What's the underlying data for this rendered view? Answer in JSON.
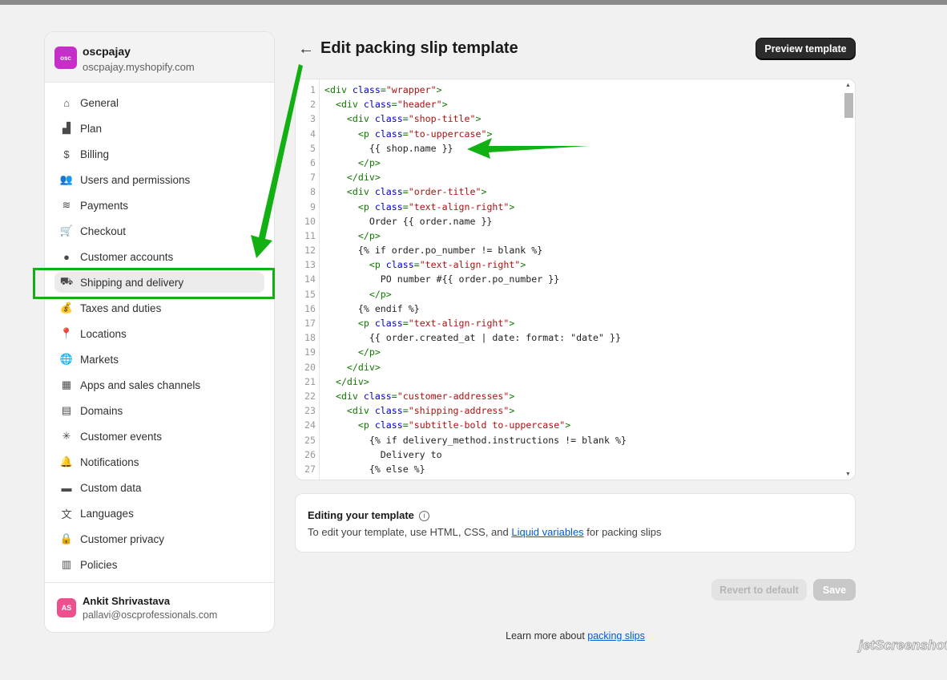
{
  "store": {
    "logo_text": "osc",
    "name": "oscpajay",
    "url": "oscpajay.myshopify.com"
  },
  "nav": [
    {
      "label": "General",
      "icon": "store-icon",
      "glyph": "⌂"
    },
    {
      "label": "Plan",
      "icon": "plan-icon",
      "glyph": "▟"
    },
    {
      "label": "Billing",
      "icon": "billing-icon",
      "glyph": "$"
    },
    {
      "label": "Users and permissions",
      "icon": "users-icon",
      "glyph": "👥"
    },
    {
      "label": "Payments",
      "icon": "payments-icon",
      "glyph": "≋"
    },
    {
      "label": "Checkout",
      "icon": "cart-icon",
      "glyph": "🛒"
    },
    {
      "label": "Customer accounts",
      "icon": "person-icon",
      "glyph": "●"
    },
    {
      "label": "Shipping and delivery",
      "icon": "truck-icon",
      "glyph": "⛟",
      "active": true
    },
    {
      "label": "Taxes and duties",
      "icon": "money-bag-icon",
      "glyph": "💰"
    },
    {
      "label": "Locations",
      "icon": "location-pin-icon",
      "glyph": "📍"
    },
    {
      "label": "Markets",
      "icon": "globe-icon",
      "glyph": "🌐"
    },
    {
      "label": "Apps and sales channels",
      "icon": "apps-icon",
      "glyph": "▦"
    },
    {
      "label": "Domains",
      "icon": "domain-icon",
      "glyph": "▤"
    },
    {
      "label": "Customer events",
      "icon": "cursor-icon",
      "glyph": "✳"
    },
    {
      "label": "Notifications",
      "icon": "bell-icon",
      "glyph": "🔔"
    },
    {
      "label": "Custom data",
      "icon": "custom-data-icon",
      "glyph": "▬"
    },
    {
      "label": "Languages",
      "icon": "language-icon",
      "glyph": "文"
    },
    {
      "label": "Customer privacy",
      "icon": "lock-icon",
      "glyph": "🔒"
    },
    {
      "label": "Policies",
      "icon": "policy-icon",
      "glyph": "▥"
    }
  ],
  "user": {
    "initials": "AS",
    "name": "Ankit Shrivastava",
    "email": "pallavi@oscprofessionals.com"
  },
  "page": {
    "back_icon": "arrow-left-icon",
    "title": "Edit packing slip template",
    "preview_label": "Preview template"
  },
  "code_lines": [
    [
      [
        "tag",
        "<div "
      ],
      [
        "attr",
        "class"
      ],
      [
        "tag",
        "="
      ],
      [
        "str",
        "\"wrapper\""
      ],
      [
        "tag",
        ">"
      ]
    ],
    [
      [
        "txt",
        "  "
      ],
      [
        "tag",
        "<div "
      ],
      [
        "attr",
        "class"
      ],
      [
        "tag",
        "="
      ],
      [
        "str",
        "\"header\""
      ],
      [
        "tag",
        ">"
      ]
    ],
    [
      [
        "txt",
        "    "
      ],
      [
        "tag",
        "<div "
      ],
      [
        "attr",
        "class"
      ],
      [
        "tag",
        "="
      ],
      [
        "str",
        "\"shop-title\""
      ],
      [
        "tag",
        ">"
      ]
    ],
    [
      [
        "txt",
        "      "
      ],
      [
        "tag",
        "<p "
      ],
      [
        "attr",
        "class"
      ],
      [
        "tag",
        "="
      ],
      [
        "str",
        "\"to-uppercase\""
      ],
      [
        "tag",
        ">"
      ]
    ],
    [
      [
        "txt",
        "        {{ shop.name }}"
      ]
    ],
    [
      [
        "txt",
        "      "
      ],
      [
        "tag",
        "</p>"
      ]
    ],
    [
      [
        "txt",
        "    "
      ],
      [
        "tag",
        "</div>"
      ]
    ],
    [
      [
        "txt",
        "    "
      ],
      [
        "tag",
        "<div "
      ],
      [
        "attr",
        "class"
      ],
      [
        "tag",
        "="
      ],
      [
        "str",
        "\"order-title\""
      ],
      [
        "tag",
        ">"
      ]
    ],
    [
      [
        "txt",
        "      "
      ],
      [
        "tag",
        "<p "
      ],
      [
        "attr",
        "class"
      ],
      [
        "tag",
        "="
      ],
      [
        "str",
        "\"text-align-right\""
      ],
      [
        "tag",
        ">"
      ]
    ],
    [
      [
        "txt",
        "        Order {{ order.name }}"
      ]
    ],
    [
      [
        "txt",
        "      "
      ],
      [
        "tag",
        "</p>"
      ]
    ],
    [
      [
        "txt",
        "      {% if order.po_number != blank %}"
      ]
    ],
    [
      [
        "txt",
        "        "
      ],
      [
        "tag",
        "<p "
      ],
      [
        "attr",
        "class"
      ],
      [
        "tag",
        "="
      ],
      [
        "str",
        "\"text-align-right\""
      ],
      [
        "tag",
        ">"
      ]
    ],
    [
      [
        "txt",
        "          PO number #{{ order.po_number }}"
      ]
    ],
    [
      [
        "txt",
        "        "
      ],
      [
        "tag",
        "</p>"
      ]
    ],
    [
      [
        "txt",
        "      {% endif %}"
      ]
    ],
    [
      [
        "txt",
        "      "
      ],
      [
        "tag",
        "<p "
      ],
      [
        "attr",
        "class"
      ],
      [
        "tag",
        "="
      ],
      [
        "str",
        "\"text-align-right\""
      ],
      [
        "tag",
        ">"
      ]
    ],
    [
      [
        "txt",
        "        {{ order.created_at | date: format: \"date\" }}"
      ]
    ],
    [
      [
        "txt",
        "      "
      ],
      [
        "tag",
        "</p>"
      ]
    ],
    [
      [
        "txt",
        "    "
      ],
      [
        "tag",
        "</div>"
      ]
    ],
    [
      [
        "txt",
        "  "
      ],
      [
        "tag",
        "</div>"
      ]
    ],
    [
      [
        "txt",
        "  "
      ],
      [
        "tag",
        "<div "
      ],
      [
        "attr",
        "class"
      ],
      [
        "tag",
        "="
      ],
      [
        "str",
        "\"customer-addresses\""
      ],
      [
        "tag",
        ">"
      ]
    ],
    [
      [
        "txt",
        "    "
      ],
      [
        "tag",
        "<div "
      ],
      [
        "attr",
        "class"
      ],
      [
        "tag",
        "="
      ],
      [
        "str",
        "\"shipping-address\""
      ],
      [
        "tag",
        ">"
      ]
    ],
    [
      [
        "txt",
        "      "
      ],
      [
        "tag",
        "<p "
      ],
      [
        "attr",
        "class"
      ],
      [
        "tag",
        "="
      ],
      [
        "str",
        "\"subtitle-bold to-uppercase\""
      ],
      [
        "tag",
        ">"
      ]
    ],
    [
      [
        "txt",
        "        {% if delivery_method.instructions != blank %}"
      ]
    ],
    [
      [
        "txt",
        "          Delivery to"
      ]
    ],
    [
      [
        "txt",
        "        {% else %}"
      ]
    ]
  ],
  "info": {
    "title": "Editing your template",
    "text_before": "To edit your template, use HTML, CSS, and ",
    "link": "Liquid variables",
    "text_after": " for packing slips"
  },
  "actions": {
    "revert_label": "Revert to default",
    "save_label": "Save"
  },
  "footer": {
    "text": "Learn more about ",
    "link": "packing slips"
  },
  "watermark": "jetScreenshot",
  "colors": {
    "annotation": "#12b012",
    "store_logo": "#c52fc8",
    "avatar": "#ef4f8f",
    "link": "#005bd3"
  }
}
